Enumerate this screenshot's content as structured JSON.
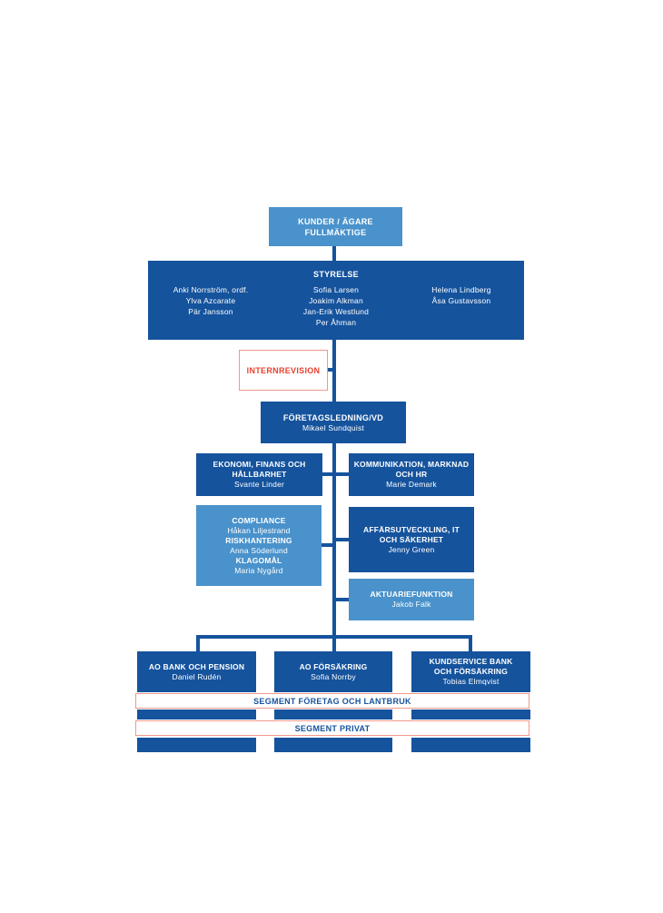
{
  "colors": {
    "dark_blue": "#15539d",
    "light_blue": "#4a92cb",
    "red_text": "#e8402e",
    "salmon_border": "#f0988a",
    "background": "#ffffff"
  },
  "org": {
    "kunder_agare": {
      "line1": "KUNDER / ÄGARE",
      "line2": "FULLMÄKTIGE"
    },
    "styrelse": {
      "title": "STYRELSE",
      "col1": [
        "Anki Norrström, ordf.",
        "Ylva Azcarate",
        "Pär Jansson"
      ],
      "col2": [
        "Sofia Larsen",
        "Joakim Alkman",
        "Jan-Erik Westlund",
        "Per Åhman"
      ],
      "col3": [
        "Helena Lindberg",
        "Åsa Gustavsson"
      ]
    },
    "internrevision": {
      "title": "INTERNREVISION"
    },
    "foretagsledning": {
      "title": "FÖRETAGSLEDNING/VD",
      "name": "Mikael Sundquist"
    },
    "ekonomi": {
      "title_line1": "EKONOMI, FINANS OCH",
      "title_line2": "HÅLLBARHET",
      "name": "Svante Linder"
    },
    "kommunikation": {
      "title_line1": "KOMMUNIKATION, MARKNAD",
      "title_line2": "OCH HR",
      "name": "Marie Demark"
    },
    "compliance": {
      "entries": [
        {
          "title": "COMPLIANCE",
          "name": "Håkan Liljestrand"
        },
        {
          "title": "RISKHANTERING",
          "name": "Anna Söderlund"
        },
        {
          "title": "KLAGOMÅL",
          "name": "Maria Nygård"
        }
      ]
    },
    "affarsutveckling": {
      "title_line1": "AFFÄRSUTVECKLING, IT",
      "title_line2": "OCH SÄKERHET",
      "name": "Jenny Green"
    },
    "aktuariefunktion": {
      "title": "AKTUARIEFUNKTION",
      "name": "Jakob Falk"
    },
    "ao_bank": {
      "title": "AO BANK OCH PENSION",
      "name": "Daniel Rudén"
    },
    "ao_forsakring": {
      "title": "AO FÖRSÄKRING",
      "name": "Sofia Norrby"
    },
    "kundservice": {
      "title_line1": "KUNDSERVICE BANK",
      "title_line2": "OCH FÖRSÄKRING",
      "name": "Tobias Elmqvist"
    },
    "segment_foretag": {
      "title": "SEGMENT FÖRETAG OCH LANTBRUK"
    },
    "segment_privat": {
      "title": "SEGMENT PRIVAT"
    }
  }
}
